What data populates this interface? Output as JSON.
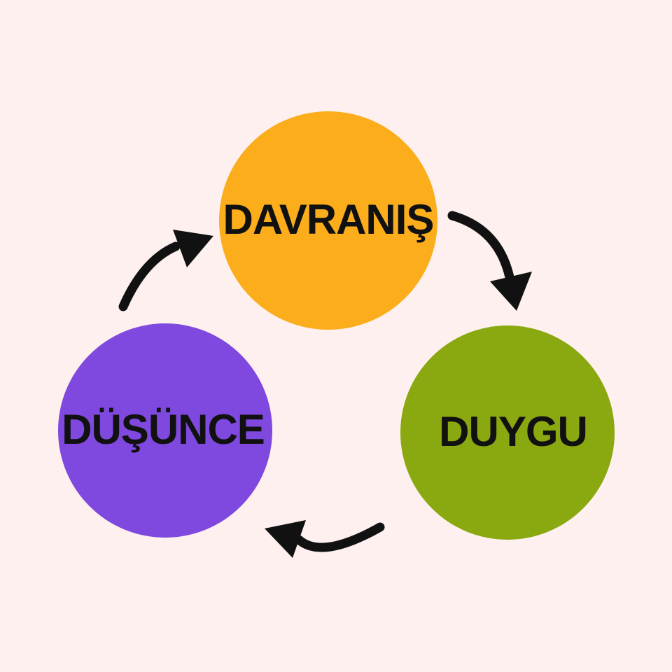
{
  "canvas": {
    "background_color": "#FDF0EF",
    "ink_color": "#111111"
  },
  "diagram": {
    "type": "cycle",
    "direction": "clockwise",
    "nodes": [
      {
        "id": "davranis",
        "label": "DAVRANIŞ",
        "color": "#FBAD1B",
        "position": "top"
      },
      {
        "id": "duygu",
        "label": "DUYGU",
        "color": "#8AA80F",
        "position": "bottom-right"
      },
      {
        "id": "dusunce",
        "label": "DÜŞÜNCE",
        "color": "#7F48DE",
        "position": "bottom-left"
      }
    ],
    "edges": [
      {
        "from": "DÜŞÜNCE",
        "to": "DAVRANIŞ"
      },
      {
        "from": "DAVRANIŞ",
        "to": "DUYGU"
      },
      {
        "from": "DUYGU",
        "to": "DÜŞÜNCE"
      }
    ]
  }
}
